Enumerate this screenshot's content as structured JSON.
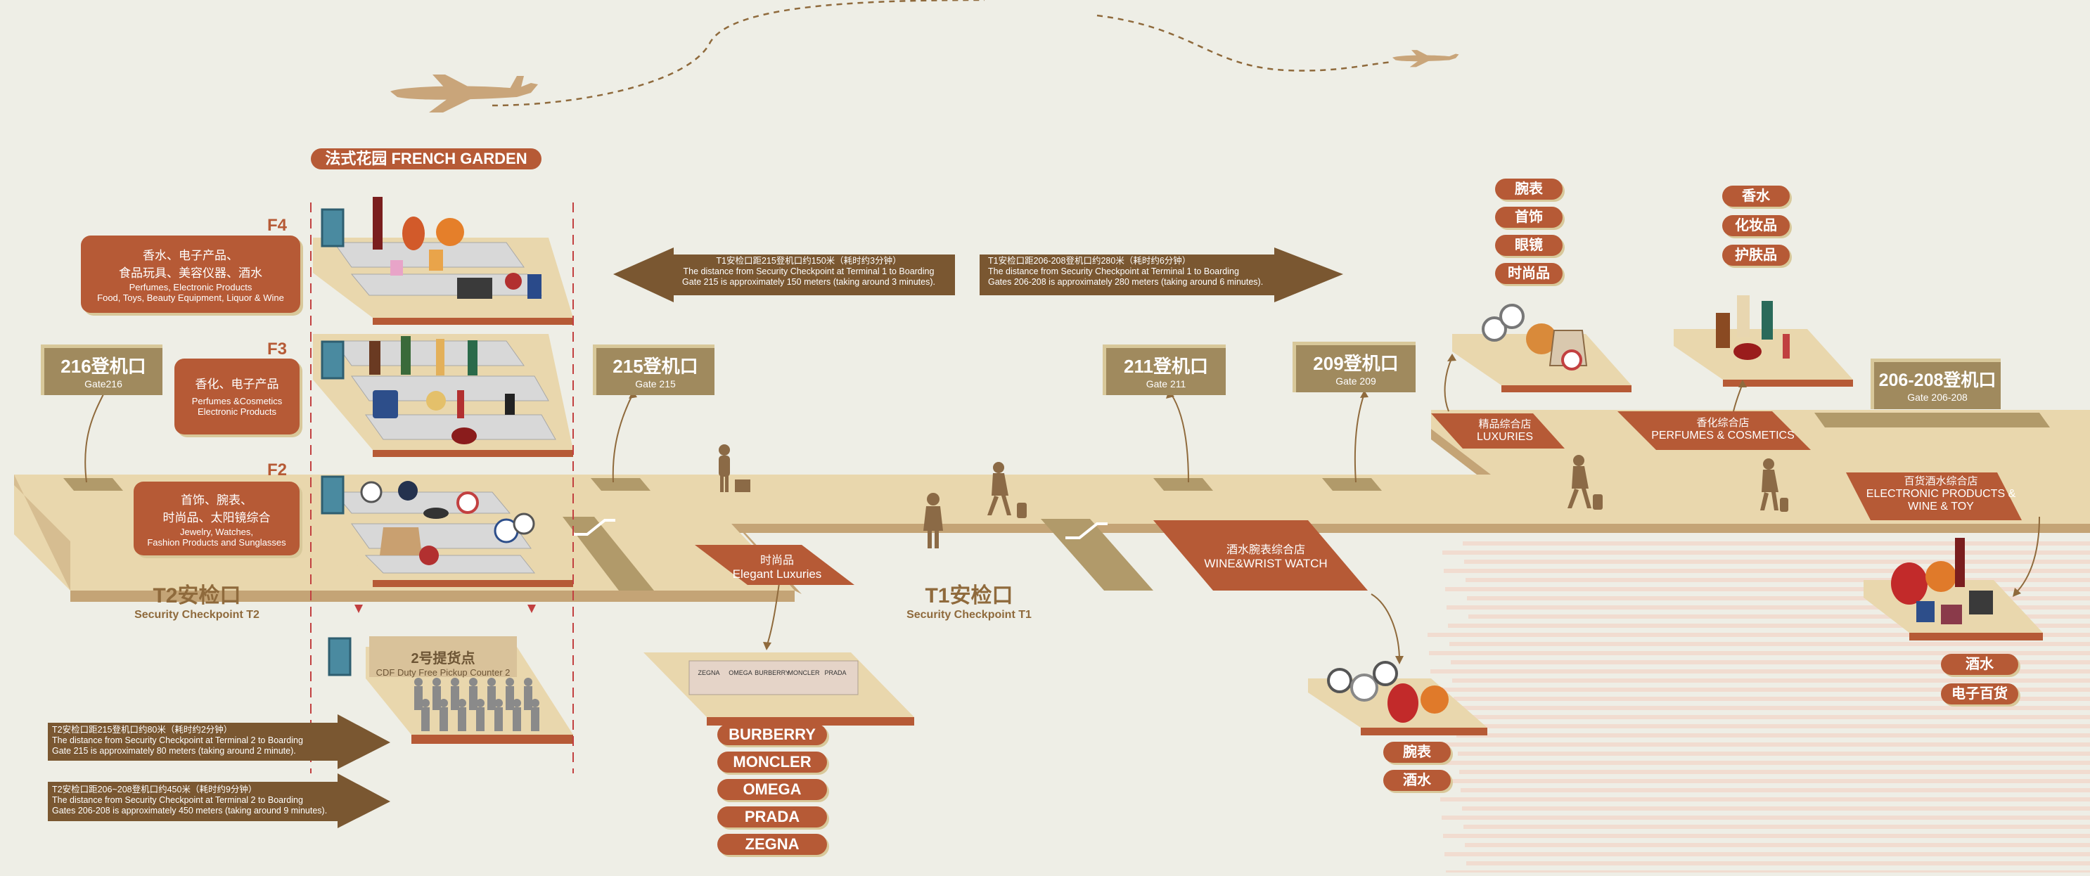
{
  "colors": {
    "background": "#eeeee6",
    "floor": "#e9d7ad",
    "floor_shadow": "#c4a476",
    "rust": "#b65a36",
    "brown": "#8f6a3c",
    "dark_brown": "#7a5731",
    "tan_box": "#a08a5e",
    "icon_brown": "#8b6a46"
  },
  "french_garden": "法式花园 FRENCH GARDEN",
  "floors": {
    "f4": {
      "label": "F4",
      "cn_line1": "香水、电子产品、",
      "cn_line2": "食品玩具、美容仪器、酒水",
      "en_line1": "Perfumes, Electronic Products",
      "en_line2": "Food, Toys, Beauty Equipment, Liquor & Wine"
    },
    "f3": {
      "label": "F3",
      "cn_line1": "香化、电子产品",
      "en_line1": "Perfumes &Cosmetics",
      "en_line2": "Electronic Products"
    },
    "f2": {
      "label": "F2",
      "cn_line1": "首饰、腕表、",
      "cn_line2": "时尚品、太阳镜综合",
      "en_line1": "Jewelry, Watches,",
      "en_line2": "Fashion Products and Sunglasses"
    }
  },
  "gates": {
    "g216": {
      "cn": "216登机口",
      "en": "Gate216"
    },
    "g215": {
      "cn": "215登机口",
      "en": "Gate 215"
    },
    "g211": {
      "cn": "211登机口",
      "en": "Gate 211"
    },
    "g209": {
      "cn": "209登机口",
      "en": "Gate 209"
    },
    "g206": {
      "cn": "206-208登机口",
      "en": "Gate 206-208"
    }
  },
  "checkpoints": {
    "t2": {
      "cn": "T2安检口",
      "en": "Security Checkpoint T2"
    },
    "t1": {
      "cn": "T1安检口",
      "en": "Security Checkpoint T1"
    }
  },
  "distances": {
    "t1_215": {
      "cn": "T1安检口距215登机口约150米（耗时约3分钟）",
      "en_line1": "The distance from Security Checkpoint at Terminal 1 to Boarding",
      "en_line2": "Gate 215 is approximately 150 meters (taking around 3 minutes)."
    },
    "t1_206": {
      "cn": "T1安检口距206-208登机口约280米（耗时约6分钟）",
      "en_line1": "The distance from Security Checkpoint at Terminal 1 to Boarding",
      "en_line2": "Gates 206-208 is approximately 280 meters (taking around 6 minutes)."
    },
    "t2_215": {
      "cn": "T2安检口距215登机口约80米（耗时约2分钟）",
      "en_line1": "The distance from Security Checkpoint at Terminal 2 to Boarding",
      "en_line2": "Gate 215 is approximately 80 meters (taking around 2 minute)."
    },
    "t2_206": {
      "cn": "T2安检口距206~208登机口约450米（耗时约9分钟）",
      "en_line1": "The distance from Security Checkpoint at Terminal 2 to Boarding",
      "en_line2": "Gates 206-208 is approximately 450 meters (taking around 9 minutes)."
    }
  },
  "pickup": {
    "cn": "2号提货点",
    "en": "CDF Duty Free Pickup Counter 2"
  },
  "shops": {
    "elegant": {
      "cn": "时尚品",
      "en": "Elegant Luxuries"
    },
    "wine_watch": {
      "cn": "酒水腕表综合店",
      "en": "WINE&WRIST WATCH"
    },
    "luxuries": {
      "cn": "精品综合店",
      "en": "LUXURIES"
    },
    "perfumes": {
      "cn": "香化综合店",
      "en": "PERFUMES & COSMETICS"
    },
    "electronic": {
      "cn": "百货酒水综合店",
      "en_line1": "ELECTRONIC PRODUCTS &",
      "en_line2": "WINE & TOY"
    }
  },
  "brands": [
    "BURBERRY",
    "MONCLER",
    "OMEGA",
    "PRADA",
    "ZEGNA"
  ],
  "storefront_signs": [
    "ZEGNA",
    "OMEGA",
    "BURBERRY",
    "MONCLER",
    "PRADA"
  ],
  "luxury_tags": [
    "腕表",
    "首饰",
    "眼镜",
    "时尚品"
  ],
  "perfume_tags": [
    "香水",
    "化妆品",
    "护肤品"
  ],
  "wine_watch_tags": [
    "腕表",
    "酒水"
  ],
  "electronic_tags": [
    "酒水",
    "电子百货"
  ]
}
